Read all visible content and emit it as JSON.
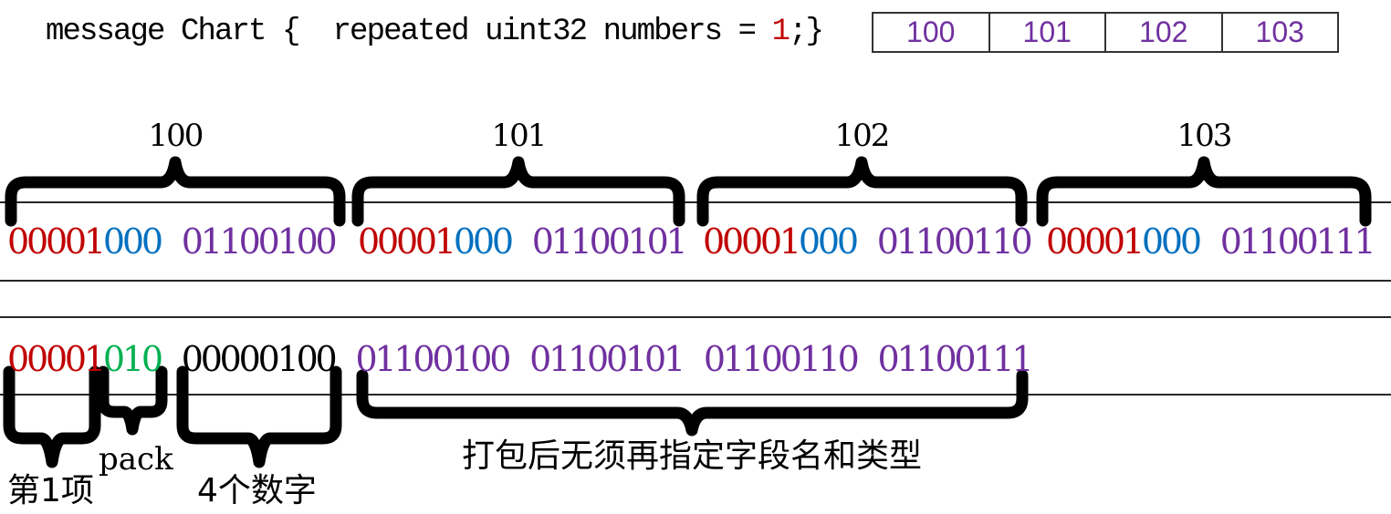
{
  "code": {
    "segments": [
      {
        "text": "message Chart {  repeated uint32 numbers = ",
        "color": "#000000"
      },
      {
        "text": "1",
        "color": "#c00000"
      },
      {
        "text": ";}",
        "color": "#000000"
      }
    ]
  },
  "table": {
    "cells": [
      "100",
      "101",
      "102",
      "103"
    ],
    "text_color": "#7030a0"
  },
  "unpacked": {
    "group_labels": [
      "100",
      "101",
      "102",
      "103"
    ],
    "groups": [
      {
        "value": "100",
        "segments": [
          {
            "text": "00001",
            "color": "#c00000"
          },
          {
            "text": "000",
            "color": "#0070c0"
          },
          {
            "text": " "
          },
          {
            "text": "01100100",
            "color": "#7030a0"
          }
        ]
      },
      {
        "value": "101",
        "segments": [
          {
            "text": "00001",
            "color": "#c00000"
          },
          {
            "text": "000",
            "color": "#0070c0"
          },
          {
            "text": " "
          },
          {
            "text": "01100101",
            "color": "#7030a0"
          }
        ]
      },
      {
        "value": "102",
        "segments": [
          {
            "text": "00001",
            "color": "#c00000"
          },
          {
            "text": "000",
            "color": "#0070c0"
          },
          {
            "text": " "
          },
          {
            "text": "01100110",
            "color": "#7030a0"
          }
        ]
      },
      {
        "value": "103",
        "segments": [
          {
            "text": "00001",
            "color": "#c00000"
          },
          {
            "text": "000",
            "color": "#0070c0"
          },
          {
            "text": " "
          },
          {
            "text": "01100111",
            "color": "#7030a0"
          }
        ]
      }
    ]
  },
  "packed": {
    "segments": [
      {
        "text": "00001",
        "color": "#c00000"
      },
      {
        "text": "010",
        "color": "#00b050"
      },
      {
        "text": " "
      },
      {
        "text": "00000100",
        "color": "#000000"
      },
      {
        "text": " "
      },
      {
        "text": "01100100 01100101 01100110 01100111",
        "color": "#7030a0"
      }
    ],
    "labels": {
      "item1": "第1项",
      "pack": "pack",
      "count": "4个数字",
      "payload": "打包后无须再指定字段名和类型"
    }
  },
  "colors": {
    "field_tag": "#c00000",
    "wire_type_varint": "#0070c0",
    "wire_type_len": "#00b050",
    "value_bytes": "#7030a0",
    "length_byte": "#000000",
    "table_text": "#7030a0"
  }
}
